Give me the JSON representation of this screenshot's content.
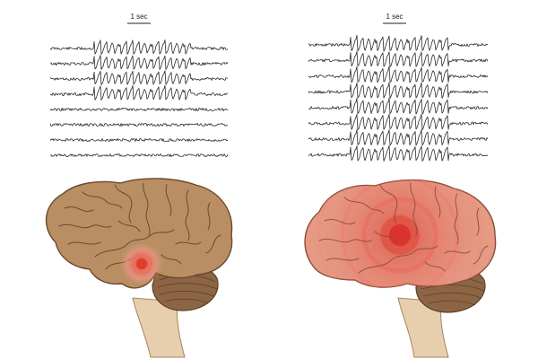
{
  "left_panel": {
    "scale_label": "1 sec",
    "eeg_channels": 8,
    "affected_channels": 4,
    "seizure_type": "focal"
  },
  "right_panel": {
    "scale_label": "1 sec",
    "eeg_channels": 8,
    "affected_channels": 8,
    "seizure_type": "generalized"
  },
  "colors": {
    "brain_fill": "#b98e63",
    "brain_stroke": "#6b4a2c",
    "brain_generalized_fill": "#e39a83",
    "cerebellum_fill": "#8c6544",
    "brainstem_fill": "#e7cfae",
    "focus_red": "#e53a2e",
    "trace": "#2a2a2a"
  }
}
